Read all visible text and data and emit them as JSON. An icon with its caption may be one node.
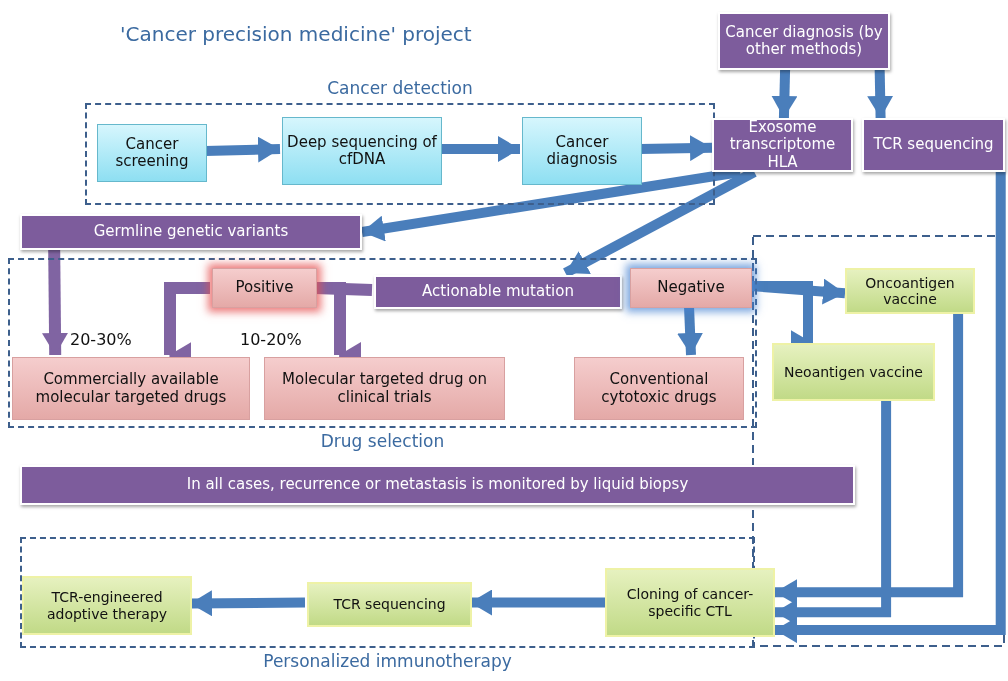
{
  "diagram": {
    "title": "'Cancer precision medicine' project",
    "nodes": [
      {
        "text": [
          "Cancer detection"
        ]
      },
      {
        "text": [
          "Cancer screening"
        ],
        "in": 0
      },
      {
        "text": [
          "Deep sequencing of cfDNA"
        ],
        "in": 0
      },
      {
        "text": [
          "Cancer diagnosis"
        ],
        "in": 0
      },
      {
        "text": [
          "Cancer diagnosis (by other methods)"
        ]
      },
      {
        "text": [
          "Exosome transcriptome HLA"
        ]
      },
      {
        "text": [
          "TCR sequencing"
        ]
      },
      {
        "text": [
          "Germline genetic variants"
        ]
      },
      {
        "text": [
          "Drug selection"
        ]
      },
      {
        "text": [
          "Positive"
        ],
        "in": 8
      },
      {
        "text": [
          "Actionable mutation"
        ],
        "in": 8
      },
      {
        "text": [
          "Negative"
        ],
        "in": 8
      },
      {
        "text": [
          "Commercially available molecular targeted drugs"
        ],
        "in": 8
      },
      {
        "text": [
          "Molecular targeted drug on clinical trials"
        ],
        "in": 8
      },
      {
        "text": [
          "Conventional cytotoxic drugs"
        ],
        "in": 8
      },
      {
        "text": [
          "Oncoantigen vaccine"
        ]
      },
      {
        "text": [
          "Neoantigen vaccine"
        ]
      },
      {
        "text": [
          "In all cases, recurrence or metastasis is monitored by liquid biopsy"
        ]
      },
      {
        "text": [
          "Personalized immunotherapy"
        ]
      },
      {
        "text": [
          "TCR-engineered adoptive therapy"
        ],
        "in": 18
      },
      {
        "text": [
          "TCR sequencing"
        ],
        "in": 18
      },
      {
        "text": [
          "Cloning of cancer-specific CTL"
        ]
      }
    ],
    "edges": [
      {
        "from": 1,
        "to": 2,
        "arrow": "to"
      },
      {
        "from": 2,
        "to": 3,
        "arrow": "to"
      },
      {
        "from": 3,
        "to": 5,
        "arrow": "to"
      },
      {
        "from": 4,
        "to": 5,
        "arrow": "to"
      },
      {
        "from": 4,
        "to": 6,
        "arrow": "to"
      },
      {
        "from": 5,
        "to": 7,
        "arrow": "to"
      },
      {
        "from": 5,
        "to": 10,
        "arrow": "to"
      },
      {
        "from": 7,
        "to": 12,
        "arrow": "to",
        "color": "#8064a2"
      },
      {
        "from": 10,
        "to": 9,
        "arrow": "none",
        "color": "#8064a2"
      },
      {
        "from": 9,
        "to": 12,
        "arrow": "to",
        "color": "#8064a2"
      },
      {
        "from": 9,
        "to": 13,
        "arrow": "to",
        "color": "#8064a2"
      },
      {
        "from": 11,
        "to": 14,
        "arrow": "to"
      },
      {
        "from": 11,
        "to": 15,
        "arrow": "to"
      },
      {
        "from": 11,
        "to": 16,
        "arrow": "to"
      },
      {
        "from": 15,
        "to": 21,
        "arrow": "to"
      },
      {
        "from": 16,
        "to": 21,
        "arrow": "to"
      },
      {
        "from": 6,
        "to": 21,
        "arrow": "to"
      },
      {
        "from": 21,
        "to": 20,
        "arrow": "to"
      },
      {
        "from": 20,
        "to": 19,
        "arrow": "to"
      }
    ],
    "labels": [
      "20-30%",
      "10-20%"
    ]
  }
}
